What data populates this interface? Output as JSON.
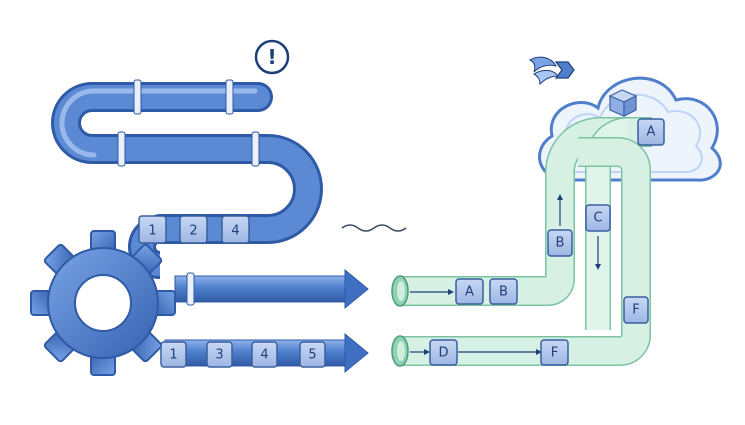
{
  "alert": {
    "symbol": "!",
    "icon": "exclamation-circle-icon"
  },
  "cloud": {
    "icon": "cloud-icon",
    "logo_icon": "winged-arrow-icon",
    "storage_icon": "cube-icon"
  },
  "colors": {
    "blue_pipe": "#4f7fcc",
    "blue_dark": "#2f5aa6",
    "green_pipe": "#cfeee0",
    "green_edge": "#7cc2a3",
    "block_fill": "#a9c1ea",
    "block_edge": "#3a5f9f"
  },
  "left_pipeline": {
    "upper_blocks": [
      "1",
      "2",
      "4"
    ],
    "lower_blocks": [
      "1",
      "3",
      "4",
      "5"
    ],
    "gear_icon": "gear-icon"
  },
  "right_pipeline": {
    "upper_blocks": [
      "A",
      "B"
    ],
    "lower_blocks": [
      "D",
      "F"
    ],
    "vertical_blocks": [
      "B",
      "C",
      "F"
    ],
    "cloud_block": "A"
  }
}
